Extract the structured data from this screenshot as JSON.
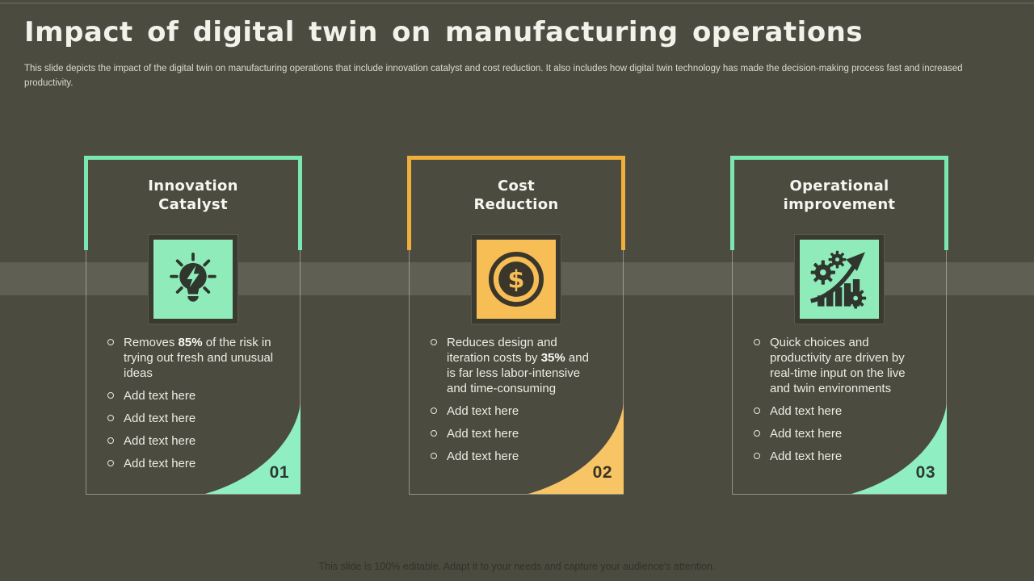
{
  "header": {
    "title": "Impact of digital twin on manufacturing operations",
    "subtitle": "This slide depicts the impact of the digital twin on manufacturing operations that include innovation catalyst and cost reduction. It also includes how digital twin technology has made the decision-making process fast and increased productivity."
  },
  "footer": {
    "text": "This slide is 100% editable. Adapt it to your needs and capture your audience's attention."
  },
  "colors": {
    "background": "#4C4B40",
    "band": "#605F53",
    "green_accent": "#7BE7B0",
    "green_fill": "#8FEBBA",
    "amber_accent": "#F0AE3B",
    "amber_fill": "#F7BE55",
    "text_light": "#F2F1EA",
    "text_dark": "#33322A"
  },
  "cards": [
    {
      "number": "01",
      "title": "Innovation\nCatalyst",
      "accent": "green",
      "icon": "lightbulb-bolt-icon",
      "bullets": [
        {
          "pre": "Removes ",
          "bold": "85%",
          "post": " of the risk in trying out fresh and unusual ideas"
        },
        {
          "pre": "Add text here",
          "bold": "",
          "post": ""
        },
        {
          "pre": "Add text here",
          "bold": "",
          "post": ""
        },
        {
          "pre": "Add text here",
          "bold": "",
          "post": ""
        },
        {
          "pre": "Add text here",
          "bold": "",
          "post": ""
        }
      ]
    },
    {
      "number": "02",
      "title": "Cost\nReduction",
      "accent": "amber",
      "icon": "dollar-coin-icon",
      "bullets": [
        {
          "pre": "Reduces design and iteration costs by ",
          "bold": "35%",
          "post": " and is far less labor-intensive and time-consuming"
        },
        {
          "pre": "Add text here",
          "bold": "",
          "post": ""
        },
        {
          "pre": "Add text here",
          "bold": "",
          "post": ""
        },
        {
          "pre": "Add text here",
          "bold": "",
          "post": ""
        }
      ]
    },
    {
      "number": "03",
      "title": "Operational\nimprovement",
      "accent": "green",
      "icon": "growth-chart-gears-icon",
      "bullets": [
        {
          "pre": "Quick choices and productivity are driven by real-time input on the live and twin environments",
          "bold": "",
          "post": ""
        },
        {
          "pre": "Add text here",
          "bold": "",
          "post": ""
        },
        {
          "pre": "Add text here",
          "bold": "",
          "post": ""
        },
        {
          "pre": "Add text here",
          "bold": "",
          "post": ""
        }
      ]
    }
  ]
}
